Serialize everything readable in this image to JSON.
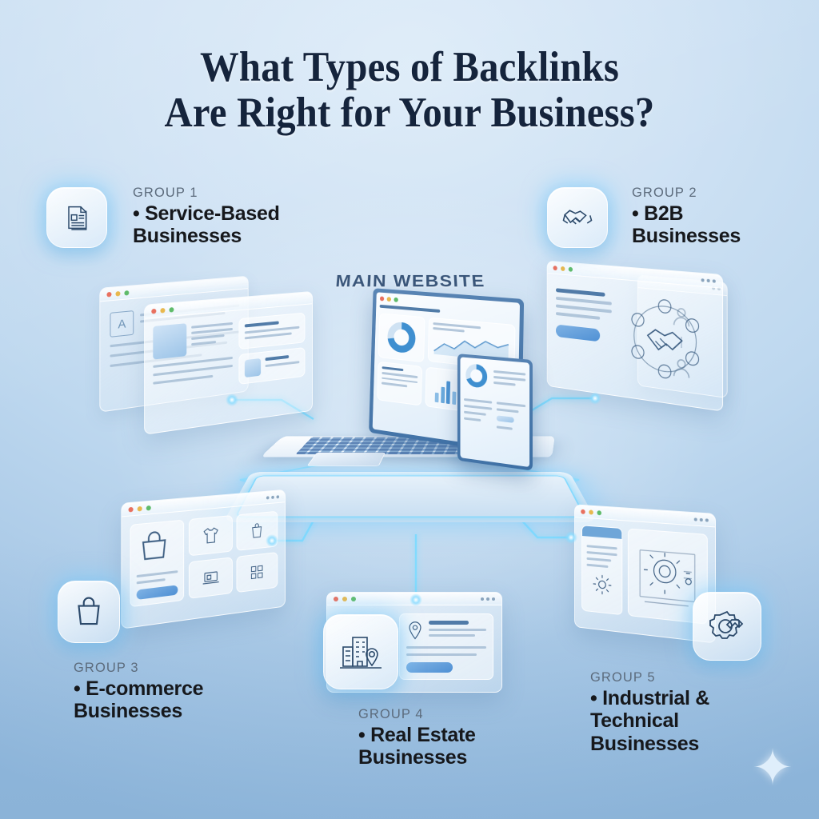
{
  "title": {
    "line1": "What Types of Backlinks",
    "line2": "Are Right for Your Business?"
  },
  "center": {
    "main_label": "MAIN WEBSITE"
  },
  "groups": [
    {
      "number": "GROUP 1",
      "name": "Service-Based\nBusinesses",
      "icon": "document-article-icon"
    },
    {
      "number": "GROUP 2",
      "name": "B2B\nBusinesses",
      "icon": "handshake-icon"
    },
    {
      "number": "GROUP 3",
      "name": "E-commerce\nBusinesses",
      "icon": "shopping-bag-icon"
    },
    {
      "number": "GROUP 4",
      "name": "Real Estate\nBusinesses",
      "icon": "building-location-pin-icon"
    },
    {
      "number": "GROUP 5",
      "name": "Industrial &\nTechnical\nBusinesses",
      "icon": "gear-wrench-icon"
    }
  ],
  "colors": {
    "background_top": "#dcebf8",
    "background_bottom": "#93b9dd",
    "title_text": "#15243c",
    "group_number_text": "#5c6b7c",
    "group_name_text": "#16181c",
    "glow_accent": "#78d7ff",
    "panel_blue": "#4f90d4",
    "screen_frame": "#3d6fa4"
  },
  "decorations": {
    "sparkle": "✦"
  }
}
